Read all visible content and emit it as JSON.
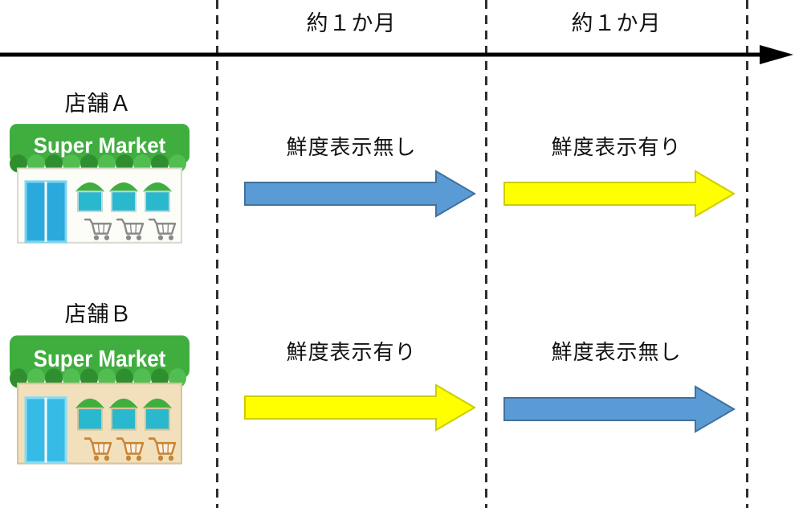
{
  "timeline": {
    "phase_durations": [
      "約１か月",
      "約１か月"
    ]
  },
  "stores": [
    {
      "name": "店舗Ａ",
      "sign_text": "Super Market",
      "phases": [
        {
          "label": "鮮度表示無し",
          "arrow_fill": "#5B9BD5"
        },
        {
          "label": "鮮度表示有り",
          "arrow_fill": "#FFFF00"
        }
      ]
    },
    {
      "name": "店舗Ｂ",
      "sign_text": "Super Market",
      "phases": [
        {
          "label": "鮮度表示有り",
          "arrow_fill": "#FFFF00"
        },
        {
          "label": "鮮度表示無し",
          "arrow_fill": "#5B9BD5"
        }
      ]
    }
  ],
  "colors": {
    "blue_arrow_fill": "#5B9BD5",
    "blue_arrow_border": "#41719C",
    "yellow_arrow_fill": "#FFFF00",
    "yellow_arrow_border": "#CDCD00",
    "timeline_axis": "#000000",
    "phase_divider": "#2F2F2F",
    "sign_green": "#3FAE3F",
    "store_a_wall": "#FDFDF8",
    "store_b_wall": "#F2E0BC",
    "store_a_carts": "#8A8A8A",
    "store_b_carts": "#C98437",
    "door_blue": "#2AA9DC",
    "window_teal": "#29B8CE"
  }
}
